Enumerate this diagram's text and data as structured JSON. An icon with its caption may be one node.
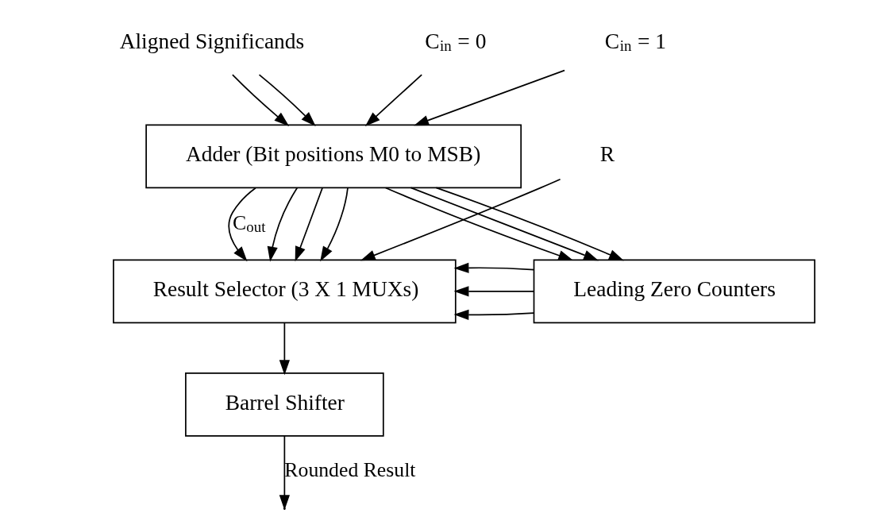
{
  "diagram": {
    "nodes": [
      {
        "text": [
          "Aligned Significands"
        ]
      },
      {
        "text": [
          "C$_{in}$ = 0"
        ]
      },
      {
        "text": [
          "C$_{in}$ = 1"
        ]
      },
      {
        "text": [
          "Adder (Bit positions M0 to MSB)"
        ]
      },
      {
        "text": [
          "R"
        ]
      },
      {
        "text": [
          "Result Selector (3 X 1 MUXs)"
        ]
      },
      {
        "text": [
          "Leading Zero Counters"
        ]
      },
      {
        "text": [
          "Barrel Shifter"
        ]
      }
    ],
    "edges": [
      {
        "from": 0,
        "to": 3,
        "arrow": "to"
      },
      {
        "from": 0,
        "to": 3,
        "arrow": "to"
      },
      {
        "from": 1,
        "to": 3,
        "arrow": "to"
      },
      {
        "from": 2,
        "to": 3,
        "arrow": "to"
      },
      {
        "from": 3,
        "to": 5,
        "arrow": "to",
        "label": "C$_{out}$"
      },
      {
        "from": 4,
        "to": 5,
        "arrow": "to"
      },
      {
        "from": 3,
        "to": 5,
        "arrow": "to"
      },
      {
        "from": 3,
        "to": 5,
        "arrow": "to"
      },
      {
        "from": 3,
        "to": 5,
        "arrow": "to"
      },
      {
        "from": 3,
        "to": 6,
        "arrow": "to"
      },
      {
        "from": 3,
        "to": 6,
        "arrow": "to"
      },
      {
        "from": 3,
        "to": 6,
        "arrow": "to"
      },
      {
        "from": 6,
        "to": 5,
        "arrow": "to"
      },
      {
        "from": 6,
        "to": 5,
        "arrow": "to"
      },
      {
        "from": 6,
        "to": 5,
        "arrow": "to"
      },
      {
        "from": 5,
        "to": 7,
        "arrow": "to"
      },
      {
        "from": 7,
        "to": null,
        "arrow": "to",
        "label": "Rounded Result"
      }
    ]
  }
}
